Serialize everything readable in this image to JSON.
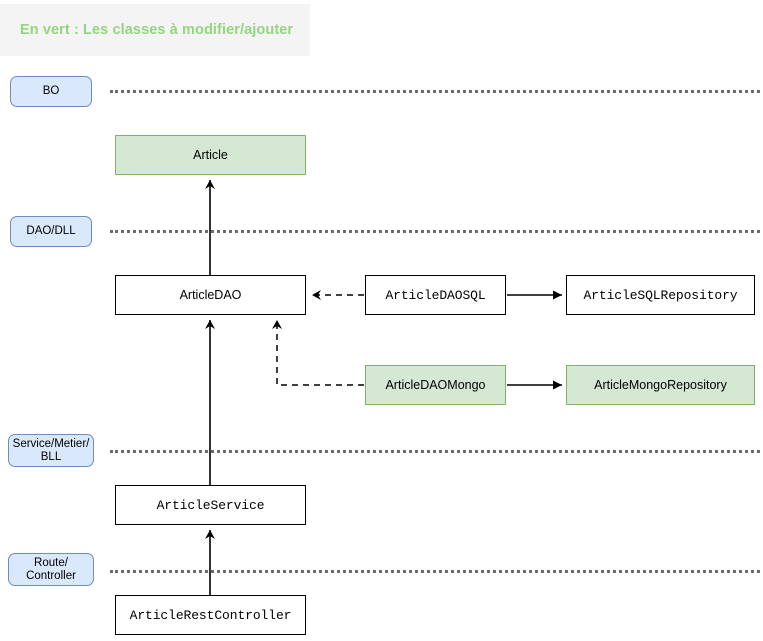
{
  "banner": {
    "text": "En vert : Les classes à modifier/ajouter",
    "background": "#f4f4f4",
    "text_color": "#93d67f"
  },
  "colors": {
    "layer_fill": "#dae8fc",
    "layer_stroke": "#6c8ebf",
    "highlight_fill": "#d5e8d4",
    "highlight_stroke": "#82b366",
    "node_fill": "#ffffff",
    "node_stroke": "#000000",
    "separator": "#6b6b6b"
  },
  "layers": [
    {
      "label": "BO"
    },
    {
      "label": "DAO/DLL"
    },
    {
      "label": "Service/Metier/\nBLL"
    },
    {
      "label": "Route/\nController"
    }
  ],
  "nodes": [
    {
      "label": "Article",
      "style": "green",
      "font": "sans"
    },
    {
      "label": "ArticleDAO",
      "style": "plain",
      "font": "sans"
    },
    {
      "label": "ArticleDAOSQL",
      "style": "plain",
      "font": "mono"
    },
    {
      "label": "ArticleSQLRepository",
      "style": "plain",
      "font": "mono"
    },
    {
      "label": "ArticleDAOMongo",
      "style": "green",
      "font": "sans"
    },
    {
      "label": "ArticleMongoRepository",
      "style": "green",
      "font": "sans"
    },
    {
      "label": "ArticleService",
      "style": "plain",
      "font": "mono"
    },
    {
      "label": "ArticleRestController",
      "style": "plain",
      "font": "mono"
    }
  ],
  "edges": [
    {
      "from": "ArticleDAO",
      "to": "Article",
      "line": "solid",
      "arrow": "open"
    },
    {
      "from": "ArticleDAOSQL",
      "to": "ArticleDAO",
      "line": "dashed",
      "arrow": "open"
    },
    {
      "from": "ArticleDAOSQL",
      "to": "ArticleSQLRepository",
      "line": "solid",
      "arrow": "filled"
    },
    {
      "from": "ArticleDAOMongo",
      "to": "ArticleDAO",
      "line": "dashed",
      "arrow": "open"
    },
    {
      "from": "ArticleDAOMongo",
      "to": "ArticleMongoRepository",
      "line": "solid",
      "arrow": "filled"
    },
    {
      "from": "ArticleService",
      "to": "ArticleDAO",
      "line": "solid",
      "arrow": "open"
    },
    {
      "from": "ArticleRestController",
      "to": "ArticleService",
      "line": "solid",
      "arrow": "open"
    }
  ]
}
